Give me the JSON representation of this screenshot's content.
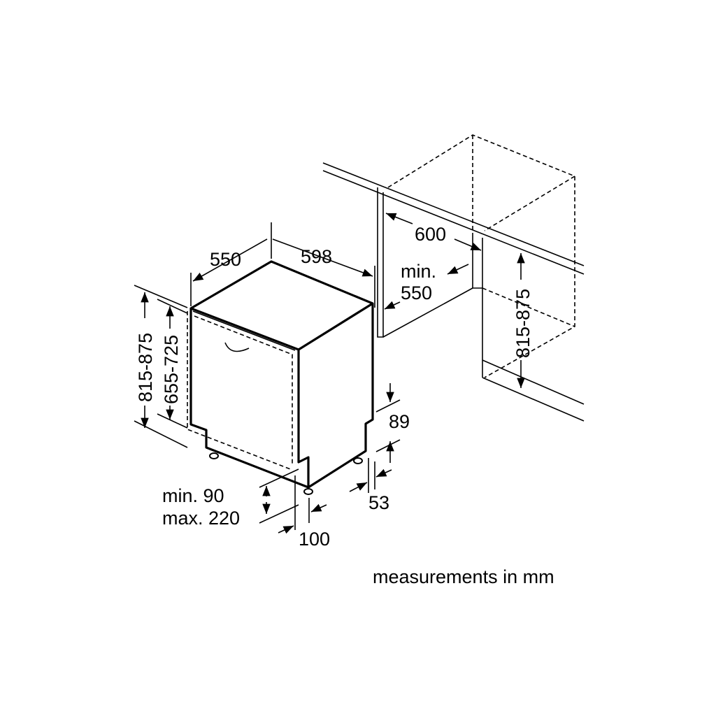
{
  "labels": {
    "depth": "550",
    "width": "598",
    "niche_width": "600",
    "niche_depth_line1": "min.",
    "niche_depth_line2": "550",
    "niche_height": "815-875",
    "height": "815-875",
    "door_height": "655-725",
    "plinth_top": "89",
    "plinth_bottom": "53",
    "plinth_line1": "min. 90",
    "plinth_line2": "max. 220",
    "foot_offset": "100"
  },
  "footer": "measurements in mm",
  "colors": {
    "line": "#000000",
    "background": "#ffffff"
  }
}
